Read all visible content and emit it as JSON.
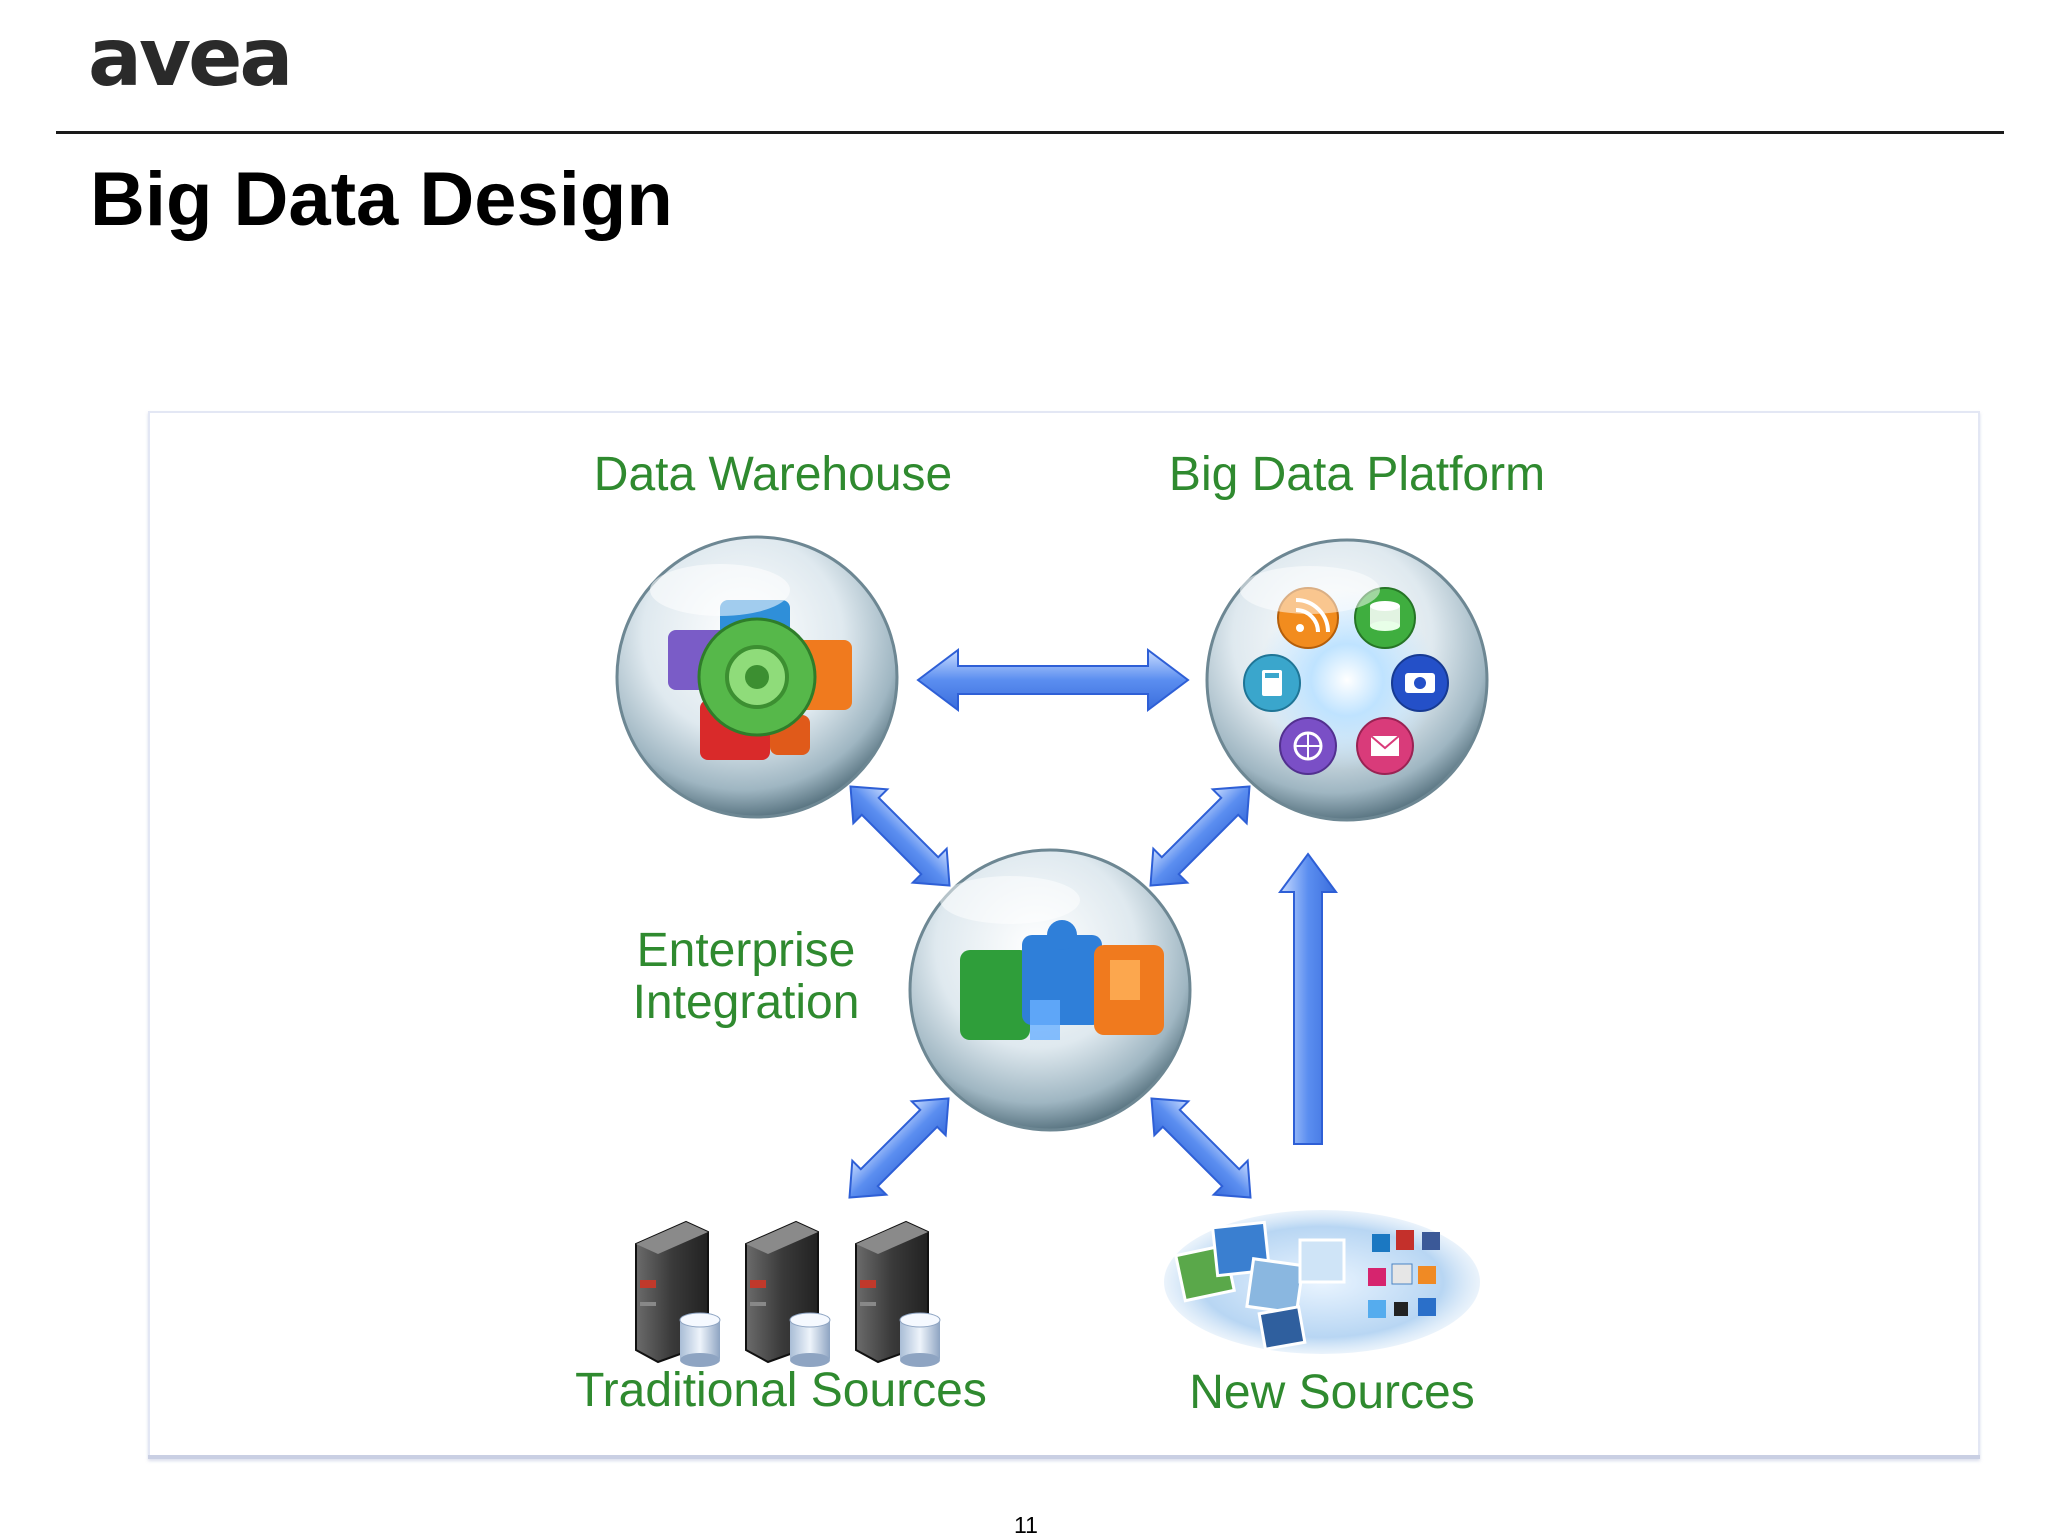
{
  "header": {
    "logo_text": "avea",
    "title": "Big Data Design"
  },
  "diagram": {
    "nodes": {
      "data_warehouse": "Data Warehouse",
      "big_data_platform": "Big Data Platform",
      "enterprise_integration_line1": "Enterprise",
      "enterprise_integration_line2": "Integration",
      "traditional_sources": "Traditional Sources",
      "new_sources": "New Sources"
    },
    "colors": {
      "label": "#2f8a2f",
      "arrow": "#5b8ef0",
      "arrow_edge": "#2e5fd6"
    },
    "icons": [
      "puzzle-gear-icon",
      "rss-icon",
      "database-icon",
      "camera-icon",
      "calculator-icon",
      "globe-icon",
      "mail-icon",
      "puzzle-icon",
      "server-icon",
      "social-media-icon"
    ]
  },
  "footer": {
    "page_number": "11"
  }
}
